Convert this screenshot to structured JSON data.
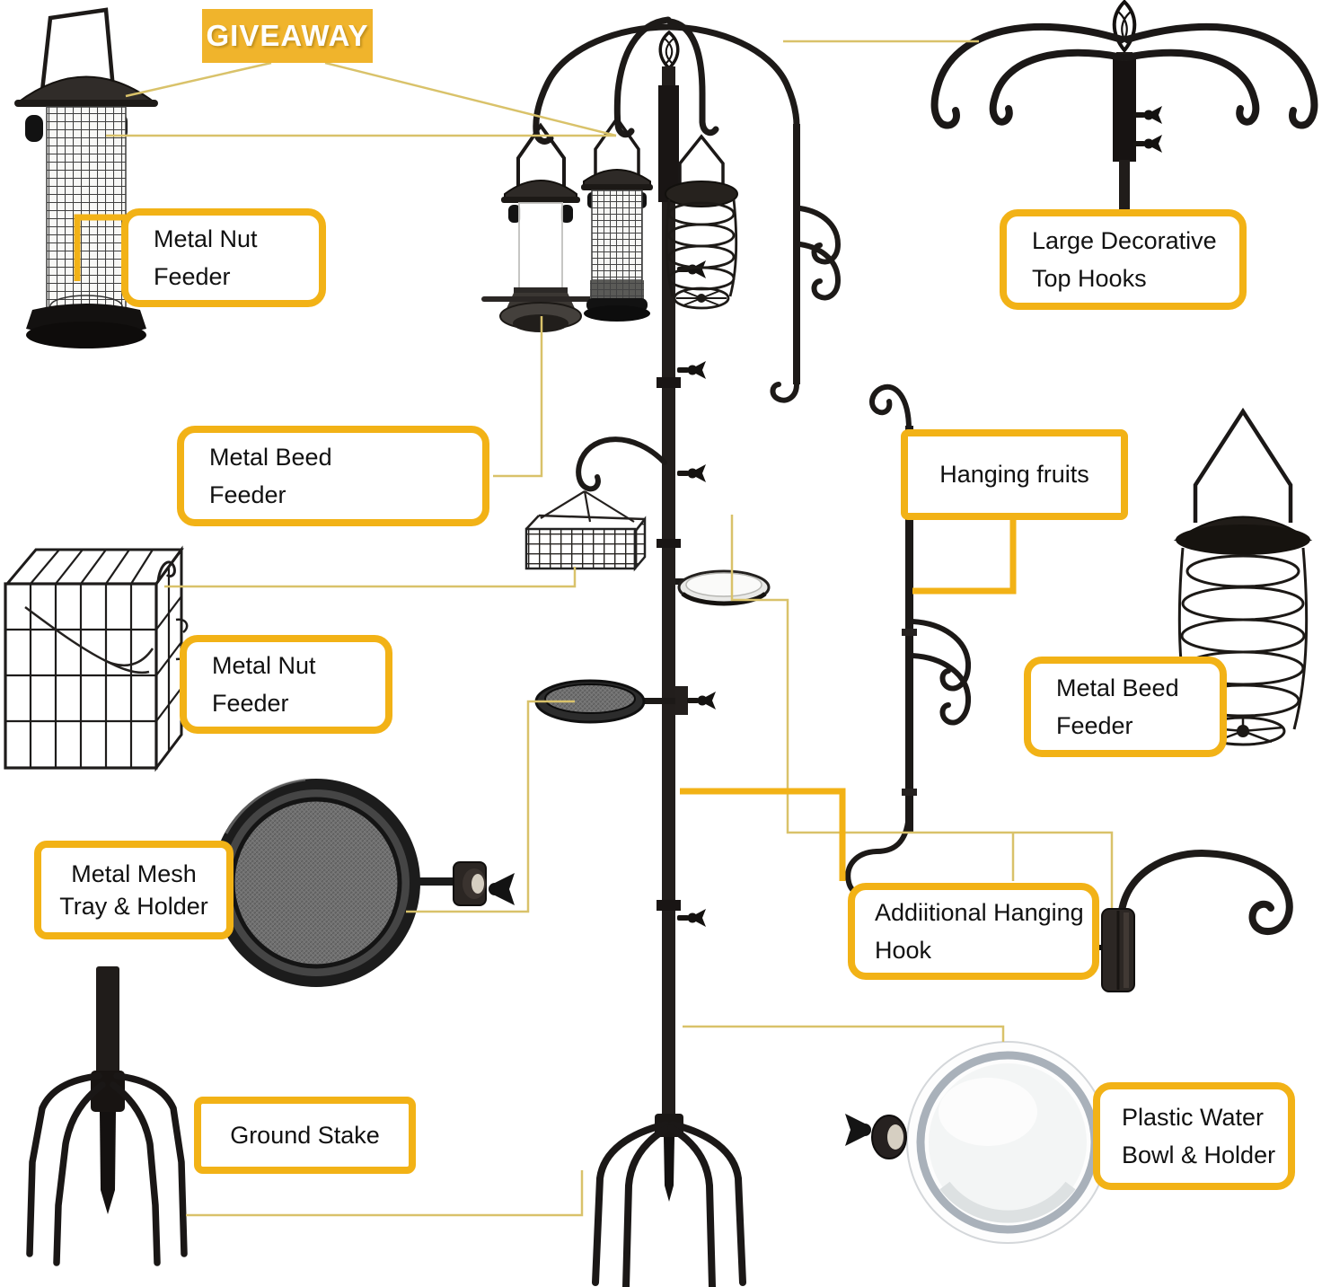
{
  "page": {
    "background": "#FFFFFF"
  },
  "colors": {
    "accent_yellow": "#F2B216",
    "badge_yellow": "#F0B42C",
    "connector_tan": "#D9C26A",
    "ink": "#111111"
  },
  "badge": {
    "label": "GIVEAWAY"
  },
  "labels": {
    "nut_feeder_top": {
      "line1": "Metal Nut",
      "line2": "Feeder"
    },
    "top_hooks": {
      "line1": "Large Decorative",
      "line2": "Top Hooks"
    },
    "beed_feeder_left": {
      "line1": "Metal Beed",
      "line2": "Feeder"
    },
    "hanging_fruits": {
      "line1": "Hanging fruits"
    },
    "nut_feeder_mid": {
      "line1": "Metal Nut",
      "line2": "Feeder"
    },
    "beed_feeder_right": {
      "line1": "Metal Beed",
      "line2": "Feeder"
    },
    "mesh_tray": {
      "line1": "Metal Mesh",
      "line2": "Tray & Holder"
    },
    "hanging_hook": {
      "line1": "Addiitional Hanging",
      "line2": "Hook"
    },
    "ground_stake": {
      "line1": "Ground Stake"
    },
    "water_bowl": {
      "line1": "Plastic Water",
      "line2": "Bowl & Holder"
    }
  },
  "illustration_parts": [
    "metal-nut-feeder",
    "seed-tube-feeder",
    "small-mesh-feeder",
    "ring-feeder",
    "feeding-station-pole",
    "decorative-top-hooks",
    "hanging-hook-bar",
    "wire-cage-feeder",
    "hanging-wire-basket",
    "water-dish",
    "pole-mesh-tray",
    "large-mesh-tray",
    "additional-hanging-hook",
    "ground-stake",
    "pole-ground-base",
    "plastic-water-bowl"
  ]
}
